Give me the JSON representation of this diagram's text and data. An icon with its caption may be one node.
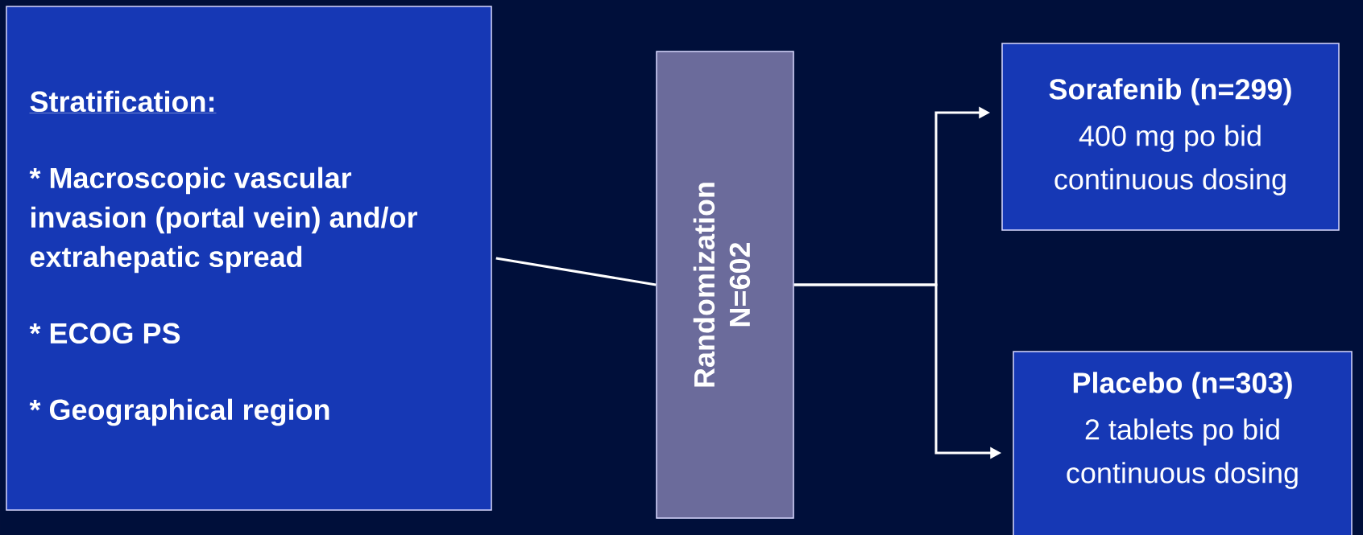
{
  "diagram": {
    "nodes": [
      {
        "text": [
          "Stratification:",
          "* Macroscopic vascular invasion (portal vein) and/or extrahepatic spread",
          "* ECOG PS",
          "* Geographical region"
        ]
      },
      {
        "text": [
          "Randomization",
          "N=602"
        ]
      },
      {
        "text": [
          "Sorafenib (n=299)",
          "400 mg po bid continuous dosing"
        ]
      },
      {
        "text": [
          "Placebo (n=303)",
          "2 tablets po bid continuous dosing"
        ]
      }
    ],
    "edges": [
      {
        "from": 0,
        "to": 1,
        "arrow": "none"
      },
      {
        "from": 1,
        "to": 2,
        "arrow": "to"
      },
      {
        "from": 1,
        "to": 3,
        "arrow": "to"
      }
    ]
  }
}
